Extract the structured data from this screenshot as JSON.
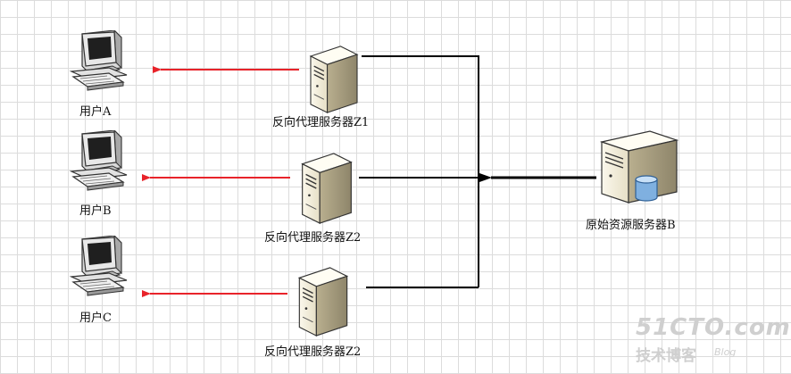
{
  "users": [
    {
      "label": "用户A",
      "icon": "pc-icon"
    },
    {
      "label": "用户B",
      "icon": "pc-icon"
    },
    {
      "label": "用户C",
      "icon": "pc-icon"
    }
  ],
  "proxies": [
    {
      "label": "反向代理服务器Z1",
      "icon": "server-icon"
    },
    {
      "label": "反向代理服务器Z2",
      "icon": "server-icon"
    },
    {
      "label": "反向代理服务器Z2",
      "icon": "server-icon"
    }
  ],
  "origin": {
    "label": "原始资源服务器B",
    "icon": "database-server-icon"
  },
  "watermark": {
    "site": "51CTO.com",
    "text": "技术博客",
    "blog": "Blog"
  },
  "colors": {
    "user_arrow": "#e8232a",
    "trunk": "#000000",
    "server_body": "#f3eedd"
  }
}
